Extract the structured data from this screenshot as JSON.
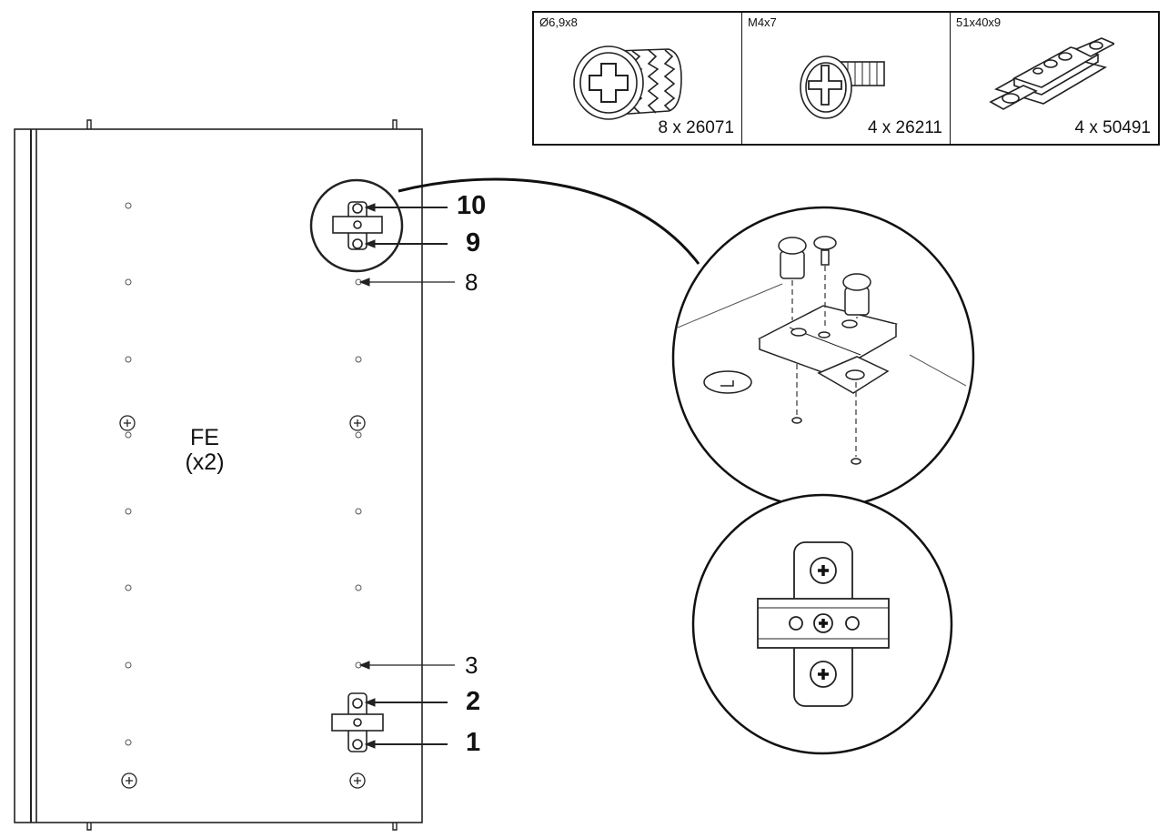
{
  "parts": [
    {
      "dimension": "Ø6,9x8",
      "quantity": "8 x 26071",
      "icon": "cam-dowel-icon"
    },
    {
      "dimension": "M4x7",
      "quantity": "4 x 26211",
      "icon": "machine-screw-icon"
    },
    {
      "dimension": "51x40x9",
      "quantity": "4 x 50491",
      "icon": "hinge-mounting-plate-icon"
    }
  ],
  "panel": {
    "code": "FE",
    "count": "(x2)"
  },
  "callouts": {
    "top_bold": [
      "10",
      "9"
    ],
    "top_thin": "8",
    "bottom_thin": "3",
    "bottom_bold": [
      "2",
      "1"
    ]
  }
}
